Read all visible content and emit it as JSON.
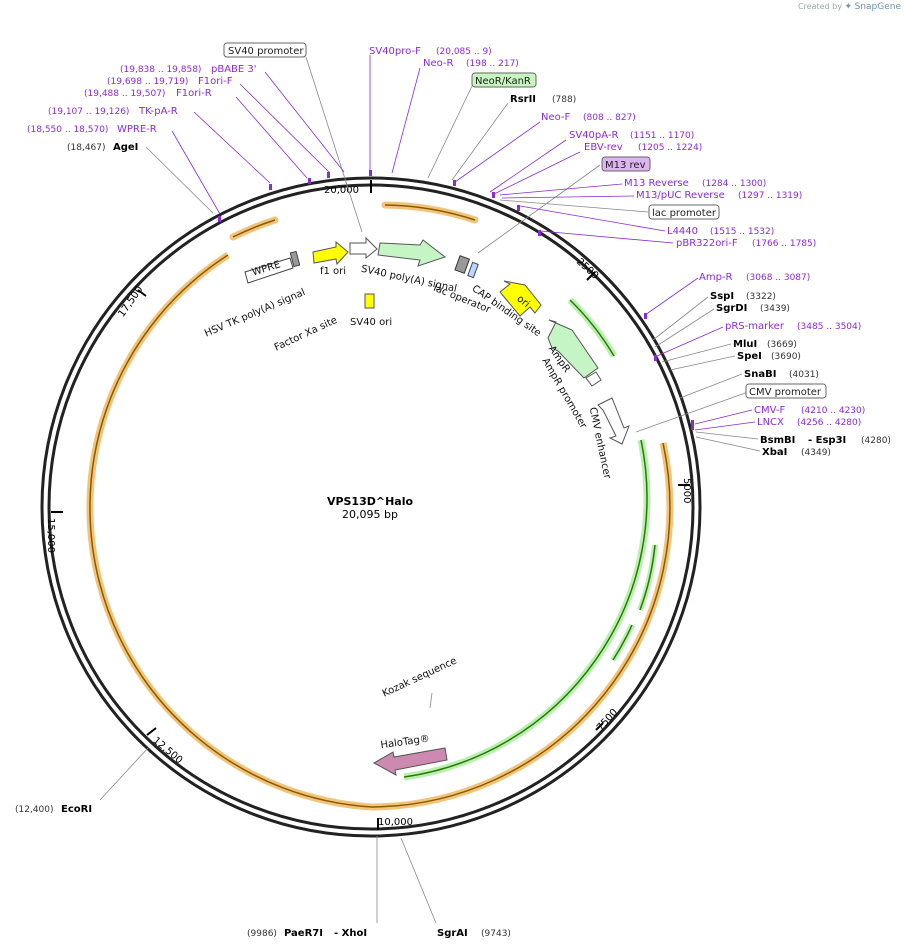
{
  "watermark": {
    "prefix": "Created by",
    "brand": "SnapGene"
  },
  "plasmid": {
    "name": "VPS13D^Halo",
    "size": "20,095 bp"
  },
  "ticks": [
    "20,000",
    "2500",
    "5000",
    "7500",
    "10,000",
    "12,500",
    "15,000",
    "17,500"
  ],
  "annotations": [
    {
      "key": "sv40_promoter",
      "label": "SV40 promoter",
      "boxed": true
    },
    {
      "key": "sv40pro_f",
      "label": "SV40pro-F",
      "range": "(20,085 .. 9)"
    },
    {
      "key": "neo_r",
      "label": "Neo-R",
      "range": "(198 .. 217)"
    },
    {
      "key": "neor_kanr",
      "label": "NeoR/KanR",
      "boxed": true
    },
    {
      "key": "rsrii",
      "label": "RsrII",
      "pos": "(788)"
    },
    {
      "key": "neo_f",
      "label": "Neo-F",
      "range": "(808 .. 827)"
    },
    {
      "key": "sv40pa_r",
      "label": "SV40pA-R",
      "range": "(1151 .. 1170)"
    },
    {
      "key": "ebv_rev",
      "label": "EBV-rev",
      "range": "(1205 .. 1224)"
    },
    {
      "key": "m13_rev",
      "label": "M13 rev",
      "boxed": true
    },
    {
      "key": "m13_reverse",
      "label": "M13 Reverse",
      "range": "(1284 .. 1300)"
    },
    {
      "key": "m13_puc_reverse",
      "label": "M13/pUC Reverse",
      "range": "(1297 .. 1319)"
    },
    {
      "key": "lac_promoter",
      "label": "lac promoter",
      "boxed": true
    },
    {
      "key": "l4440",
      "label": "L4440",
      "range": "(1515 .. 1532)"
    },
    {
      "key": "pbr322ori_f",
      "label": "pBR322ori-F",
      "range": "(1766 .. 1785)"
    },
    {
      "key": "amp_r",
      "label": "Amp-R",
      "range": "(3068 .. 3087)"
    },
    {
      "key": "sspi",
      "label": "SspI",
      "pos": "(3322)"
    },
    {
      "key": "sgrdi",
      "label": "SgrDI",
      "pos": "(3439)"
    },
    {
      "key": "prs_marker",
      "label": "pRS-marker",
      "range": "(3485 .. 3504)"
    },
    {
      "key": "mlui",
      "label": "MluI",
      "pos": "(3669)"
    },
    {
      "key": "spei",
      "label": "SpeI",
      "pos": "(3690)"
    },
    {
      "key": "snabi",
      "label": "SnaBI",
      "pos": "(4031)"
    },
    {
      "key": "cmv_promoter",
      "label": "CMV promoter",
      "boxed": true
    },
    {
      "key": "cmv_f",
      "label": "CMV-F",
      "range": "(4210 .. 4230)"
    },
    {
      "key": "lncx",
      "label": "LNCX",
      "range": "(4256 .. 4280)"
    },
    {
      "key": "bsmbi",
      "label": "BsmBI",
      "label2": "- Esp3I",
      "pos": "(4280)"
    },
    {
      "key": "xbai",
      "label": "XbaI",
      "pos": "(4349)"
    },
    {
      "key": "sgrai",
      "label": "SgrAI",
      "pos": "(9743)"
    },
    {
      "key": "paer7i",
      "label": "PaeR7I",
      "label2": "- XhoI",
      "pos": "(9986)"
    },
    {
      "key": "ecori",
      "label": "EcoRI",
      "pos": "(12,400)"
    },
    {
      "key": "agei",
      "label": "AgeI",
      "pos": "(18,467)"
    },
    {
      "key": "wpre_r",
      "label": "WPRE-R",
      "range": "(18,550 .. 18,570)"
    },
    {
      "key": "tk_pa_r",
      "label": "TK-pA-R",
      "range": "(19,107 .. 19,126)"
    },
    {
      "key": "f1ori_r",
      "label": "F1ori-R",
      "range": "(19,488 .. 19,507)"
    },
    {
      "key": "f1ori_f",
      "label": "F1ori-F",
      "range": "(19,698 .. 19,719)"
    },
    {
      "key": "pbabe3",
      "label": "pBABE 3'",
      "range": "(19,838 .. 19,858)"
    }
  ],
  "features": [
    {
      "key": "wpre",
      "label": "WPRE"
    },
    {
      "key": "hsv_tk",
      "label": "HSV TK poly(A) signal"
    },
    {
      "key": "factor_xa",
      "label": "Factor Xa site"
    },
    {
      "key": "f1_ori",
      "label": "f1 ori"
    },
    {
      "key": "sv40_ori",
      "label": "SV40 ori"
    },
    {
      "key": "sv40_polya",
      "label": "SV40 poly(A) signal"
    },
    {
      "key": "lac_operator",
      "label": "lac operator"
    },
    {
      "key": "cap_site",
      "label": "CAP binding site"
    },
    {
      "key": "ori",
      "label": "ori"
    },
    {
      "key": "ampr",
      "label": "AmpR"
    },
    {
      "key": "ampr_promoter",
      "label": "AmpR promoter"
    },
    {
      "key": "cmv_enhancer",
      "label": "CMV enhancer"
    },
    {
      "key": "kozak",
      "label": "Kozak sequence"
    },
    {
      "key": "halotag",
      "label": "HaloTag®"
    }
  ],
  "colors": {
    "purple": "#8a2bd6",
    "orange": "#f2b25a",
    "green": "#8ee08e",
    "yellow": "#ffff00",
    "pink": "#cc8ab0",
    "backbone": "#222222"
  }
}
